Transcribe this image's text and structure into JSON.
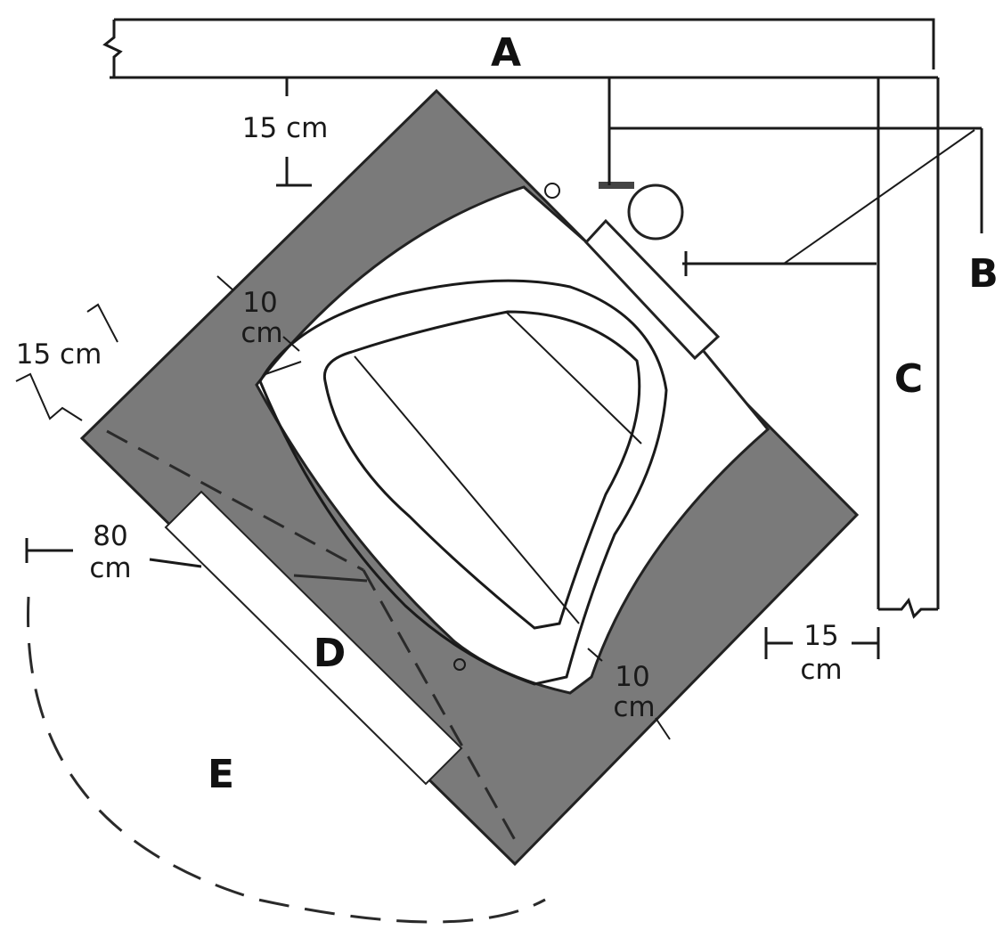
{
  "labels": {
    "a": "A",
    "b": "B",
    "c": "C",
    "d": "D",
    "e": "E"
  },
  "dimensions": {
    "top_clearance": "15 cm",
    "left_clearance": "15 cm",
    "upper_gap": [
      "10",
      "cm"
    ],
    "lower_gap": [
      "10",
      "cm"
    ],
    "right_clearance": [
      "15",
      "cm"
    ],
    "door_width": [
      "80",
      "cm"
    ]
  },
  "colors": {
    "shower_tray": "#7a7a7a",
    "line": "#1a1a1a",
    "background": "#ffffff"
  }
}
